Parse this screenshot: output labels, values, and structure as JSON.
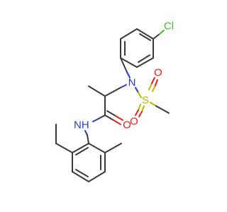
{
  "molecule": {
    "atoms": {
      "chlorine": "Cl",
      "sulfonamide_nitrogen": "N",
      "sulfur": "S",
      "sulfonyl_oxygen_upper": "O",
      "sulfonyl_oxygen_lower": "O",
      "carbonyl_oxygen": "O",
      "amide_nh": "NH"
    },
    "colors": {
      "carbon_bond": "#3a3a3a",
      "nitrogen": "#2a3cd8",
      "oxygen": "#e8201a",
      "sulfur": "#b8b800",
      "chlorine": "#3fbf2a"
    }
  }
}
